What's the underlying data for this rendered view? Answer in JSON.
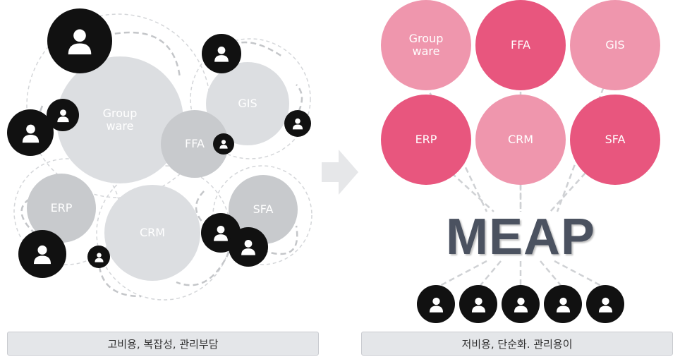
{
  "left_panel": {
    "nodes": [
      {
        "id": "groupware",
        "label": "Group\nware"
      },
      {
        "id": "gis",
        "label": "GIS"
      },
      {
        "id": "ffa",
        "label": "FFA"
      },
      {
        "id": "erp",
        "label": "ERP"
      },
      {
        "id": "crm",
        "label": "CRM"
      },
      {
        "id": "sfa",
        "label": "SFA"
      }
    ],
    "caption": "고비용, 복잡성, 관리부담"
  },
  "right_panel": {
    "nodes": [
      {
        "id": "groupware",
        "label": "Group\nware"
      },
      {
        "id": "ffa",
        "label": "FFA"
      },
      {
        "id": "gis",
        "label": "GIS"
      },
      {
        "id": "erp",
        "label": "ERP"
      },
      {
        "id": "crm",
        "label": "CRM"
      },
      {
        "id": "sfa",
        "label": "SFA"
      }
    ],
    "platform": "MEAP",
    "user_count": 5,
    "caption": "저비용, 단순화. 관리용이"
  },
  "colors": {
    "gray_node": "#dcdee1",
    "gray_node_dark": "#c8cacd",
    "pink_light": "#ef96ad",
    "pink_dark": "#e8567e",
    "user_icon_bg": "#111111",
    "meap_text": "#4b5260",
    "arrow": "#e6e7e9",
    "dashed_line": "#cfd1d4"
  }
}
